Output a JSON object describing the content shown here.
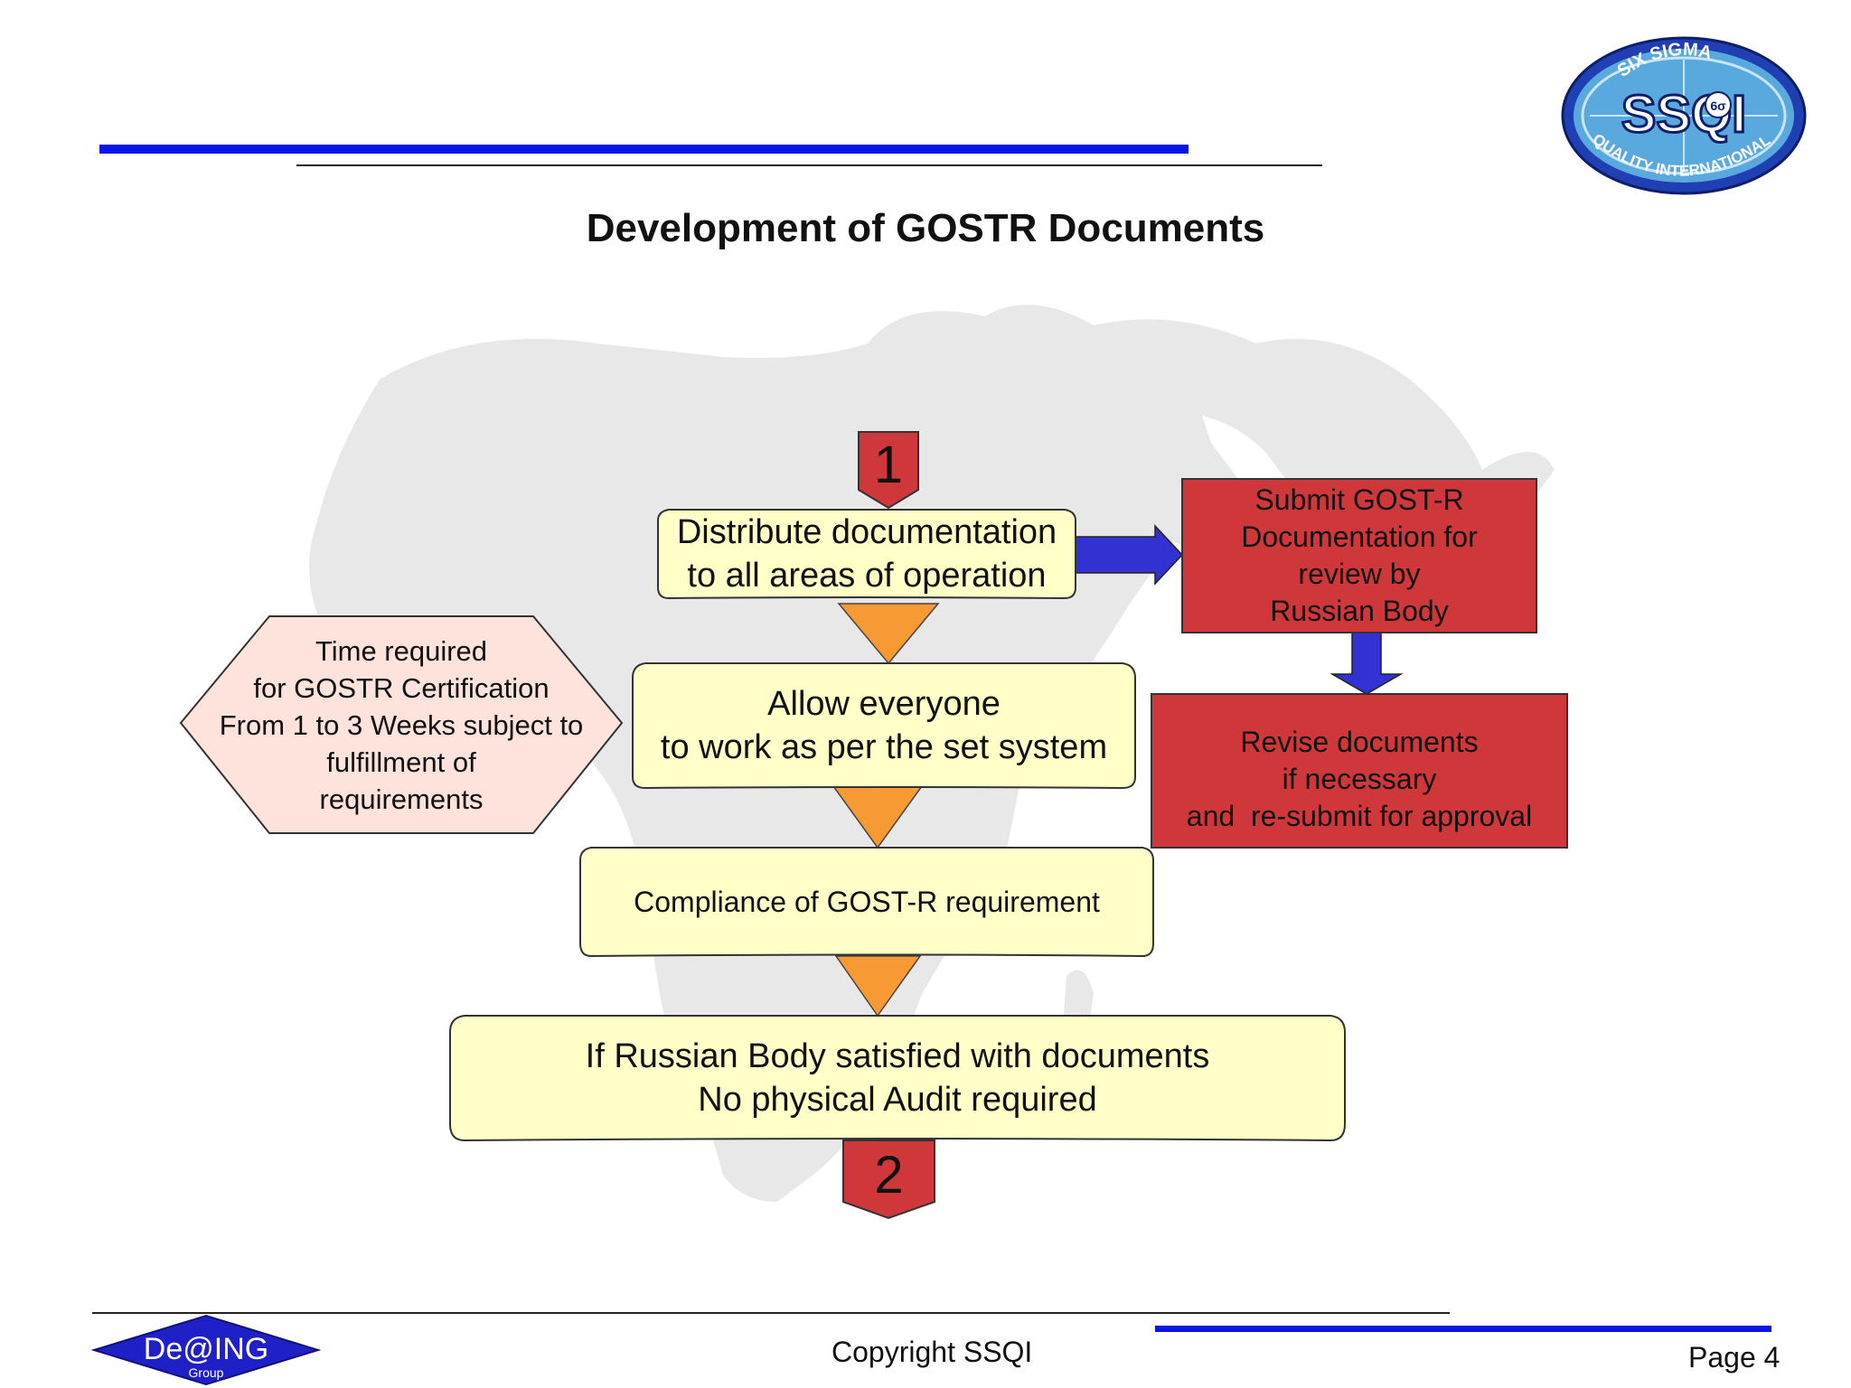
{
  "title": "Development of GOSTR Documents",
  "logo": {
    "top_text": "SIX SIGMA",
    "main_text": "SSQI",
    "bottom_text": "QUALITY INTERNATIONAL",
    "symbol": "6σ"
  },
  "flow": {
    "start_marker": "1",
    "end_marker": "2",
    "steps": [
      {
        "lines": [
          "Distribute documentation",
          "to all areas of operation"
        ]
      },
      {
        "lines": [
          "Allow everyone",
          "to work as per the set system"
        ]
      },
      {
        "lines": [
          "Compliance of GOST-R requirement"
        ]
      },
      {
        "lines": [
          "If Russian Body satisfied with documents",
          "No physical Audit required"
        ]
      }
    ]
  },
  "side_boxes": {
    "submit": {
      "lines": [
        "Submit GOST-R",
        "Documentation for",
        "review by",
        "Russian Body"
      ]
    },
    "revise": {
      "lines": [
        "Revise documents",
        "if necessary",
        "and  re-submit for approval"
      ]
    }
  },
  "time_note": {
    "lines": [
      "Time required",
      "for GOSTR Certification",
      "From 1 to 3 Weeks subject to",
      "fulfillment of",
      "requirements"
    ]
  },
  "footer": {
    "copyright": "Copyright SSQI",
    "page": "Page 4",
    "brand_main": "De@ING",
    "brand_sub": "Group"
  },
  "colors": {
    "header_rule": "#0a14e6",
    "flow_box_fill": "#ffffc8",
    "red_box_fill": "#d0373a",
    "note_fill": "#fde3dc",
    "down_arrow": "#f79a33",
    "side_arrow": "#3232d2",
    "map_fill": "#e6e6e6"
  }
}
